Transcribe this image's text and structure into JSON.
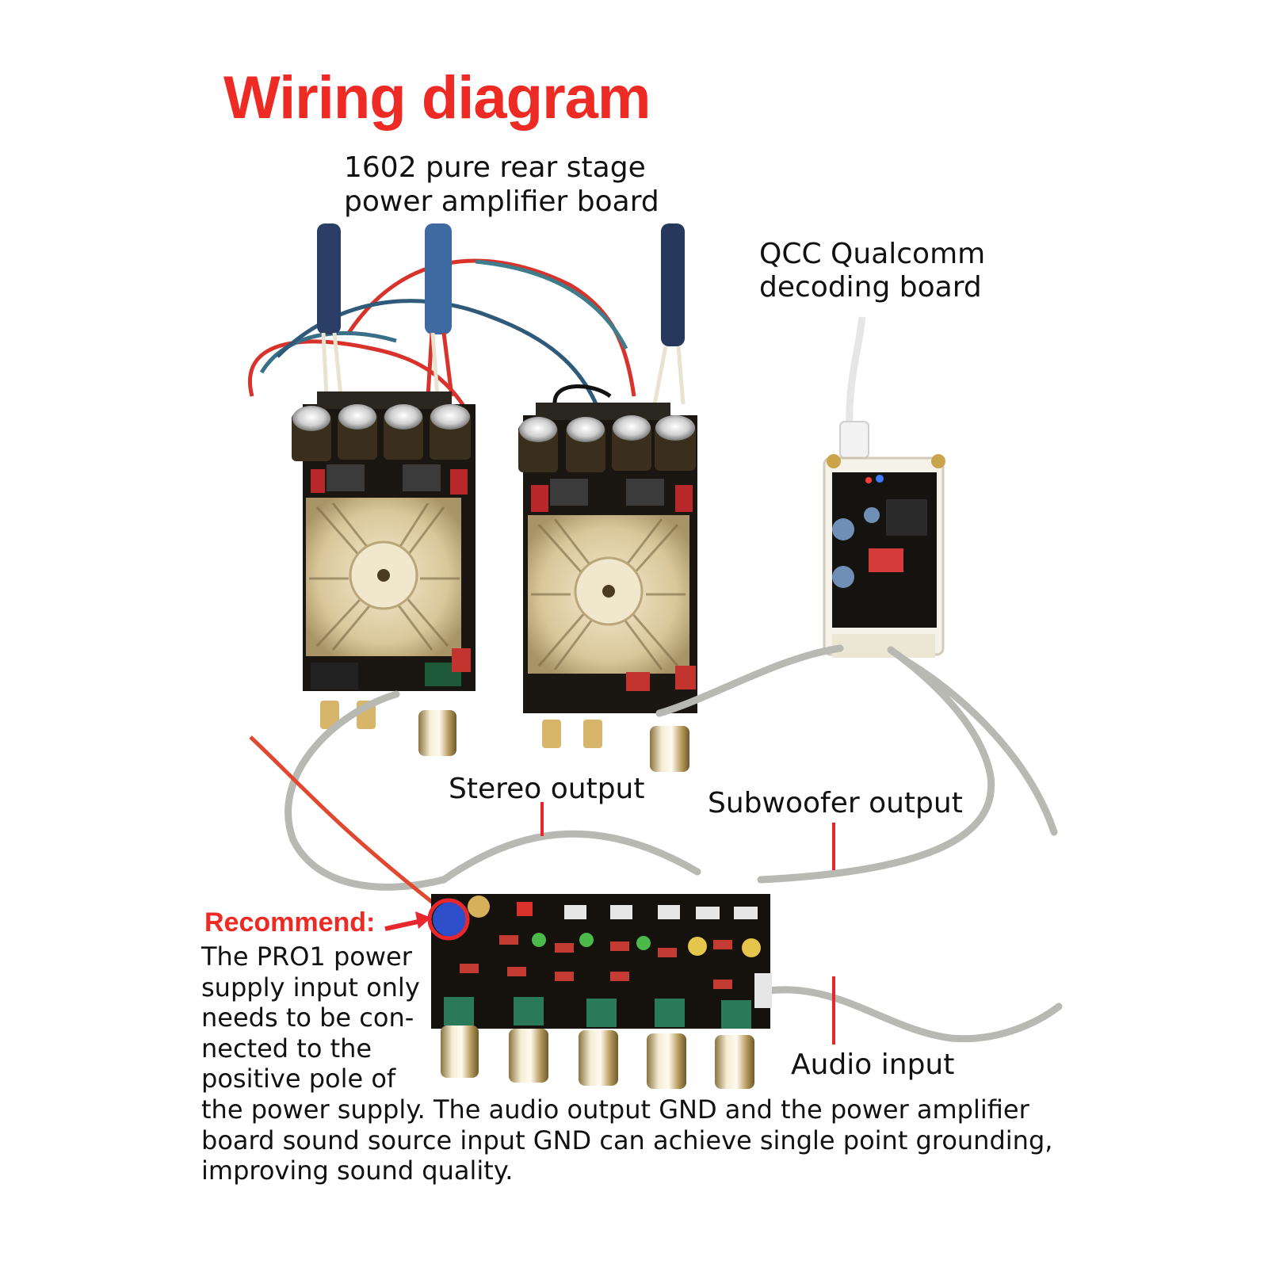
{
  "title": "Wiring diagram",
  "labels": {
    "amp_board_line1": "1602 pure rear stage",
    "amp_board_line2": "power amplifier board",
    "qcc_line1": "QCC Qualcomm",
    "qcc_line2": "decoding board",
    "stereo_output": "Stereo output",
    "subwoofer_output": "Subwoofer output",
    "audio_input": "Audio input"
  },
  "recommend": {
    "heading": "Recommend:",
    "body_narrow": "The PRO1 power\nsupply input only\nneeds to be con-\nnected to the\npositive pole of",
    "body_wide": "the power supply. The audio output GND and the power amplifier\nboard sound source input GND can achieve single point grounding,\nimproving sound quality."
  },
  "colors": {
    "title_red": "#ee2a24",
    "marker_red": "#e8262c",
    "pcb_black": "#17140f",
    "heatsink_gold": "#d9c79a",
    "cable_grey": "#b9b9b4",
    "power_cable_blue": "#2f4a78",
    "wire_red": "#d8322a"
  },
  "icons": [
    "capacitor-icon",
    "heatsink-icon",
    "knob-icon",
    "rca-jack-icon",
    "usb-cable-icon",
    "arrow-icon"
  ]
}
